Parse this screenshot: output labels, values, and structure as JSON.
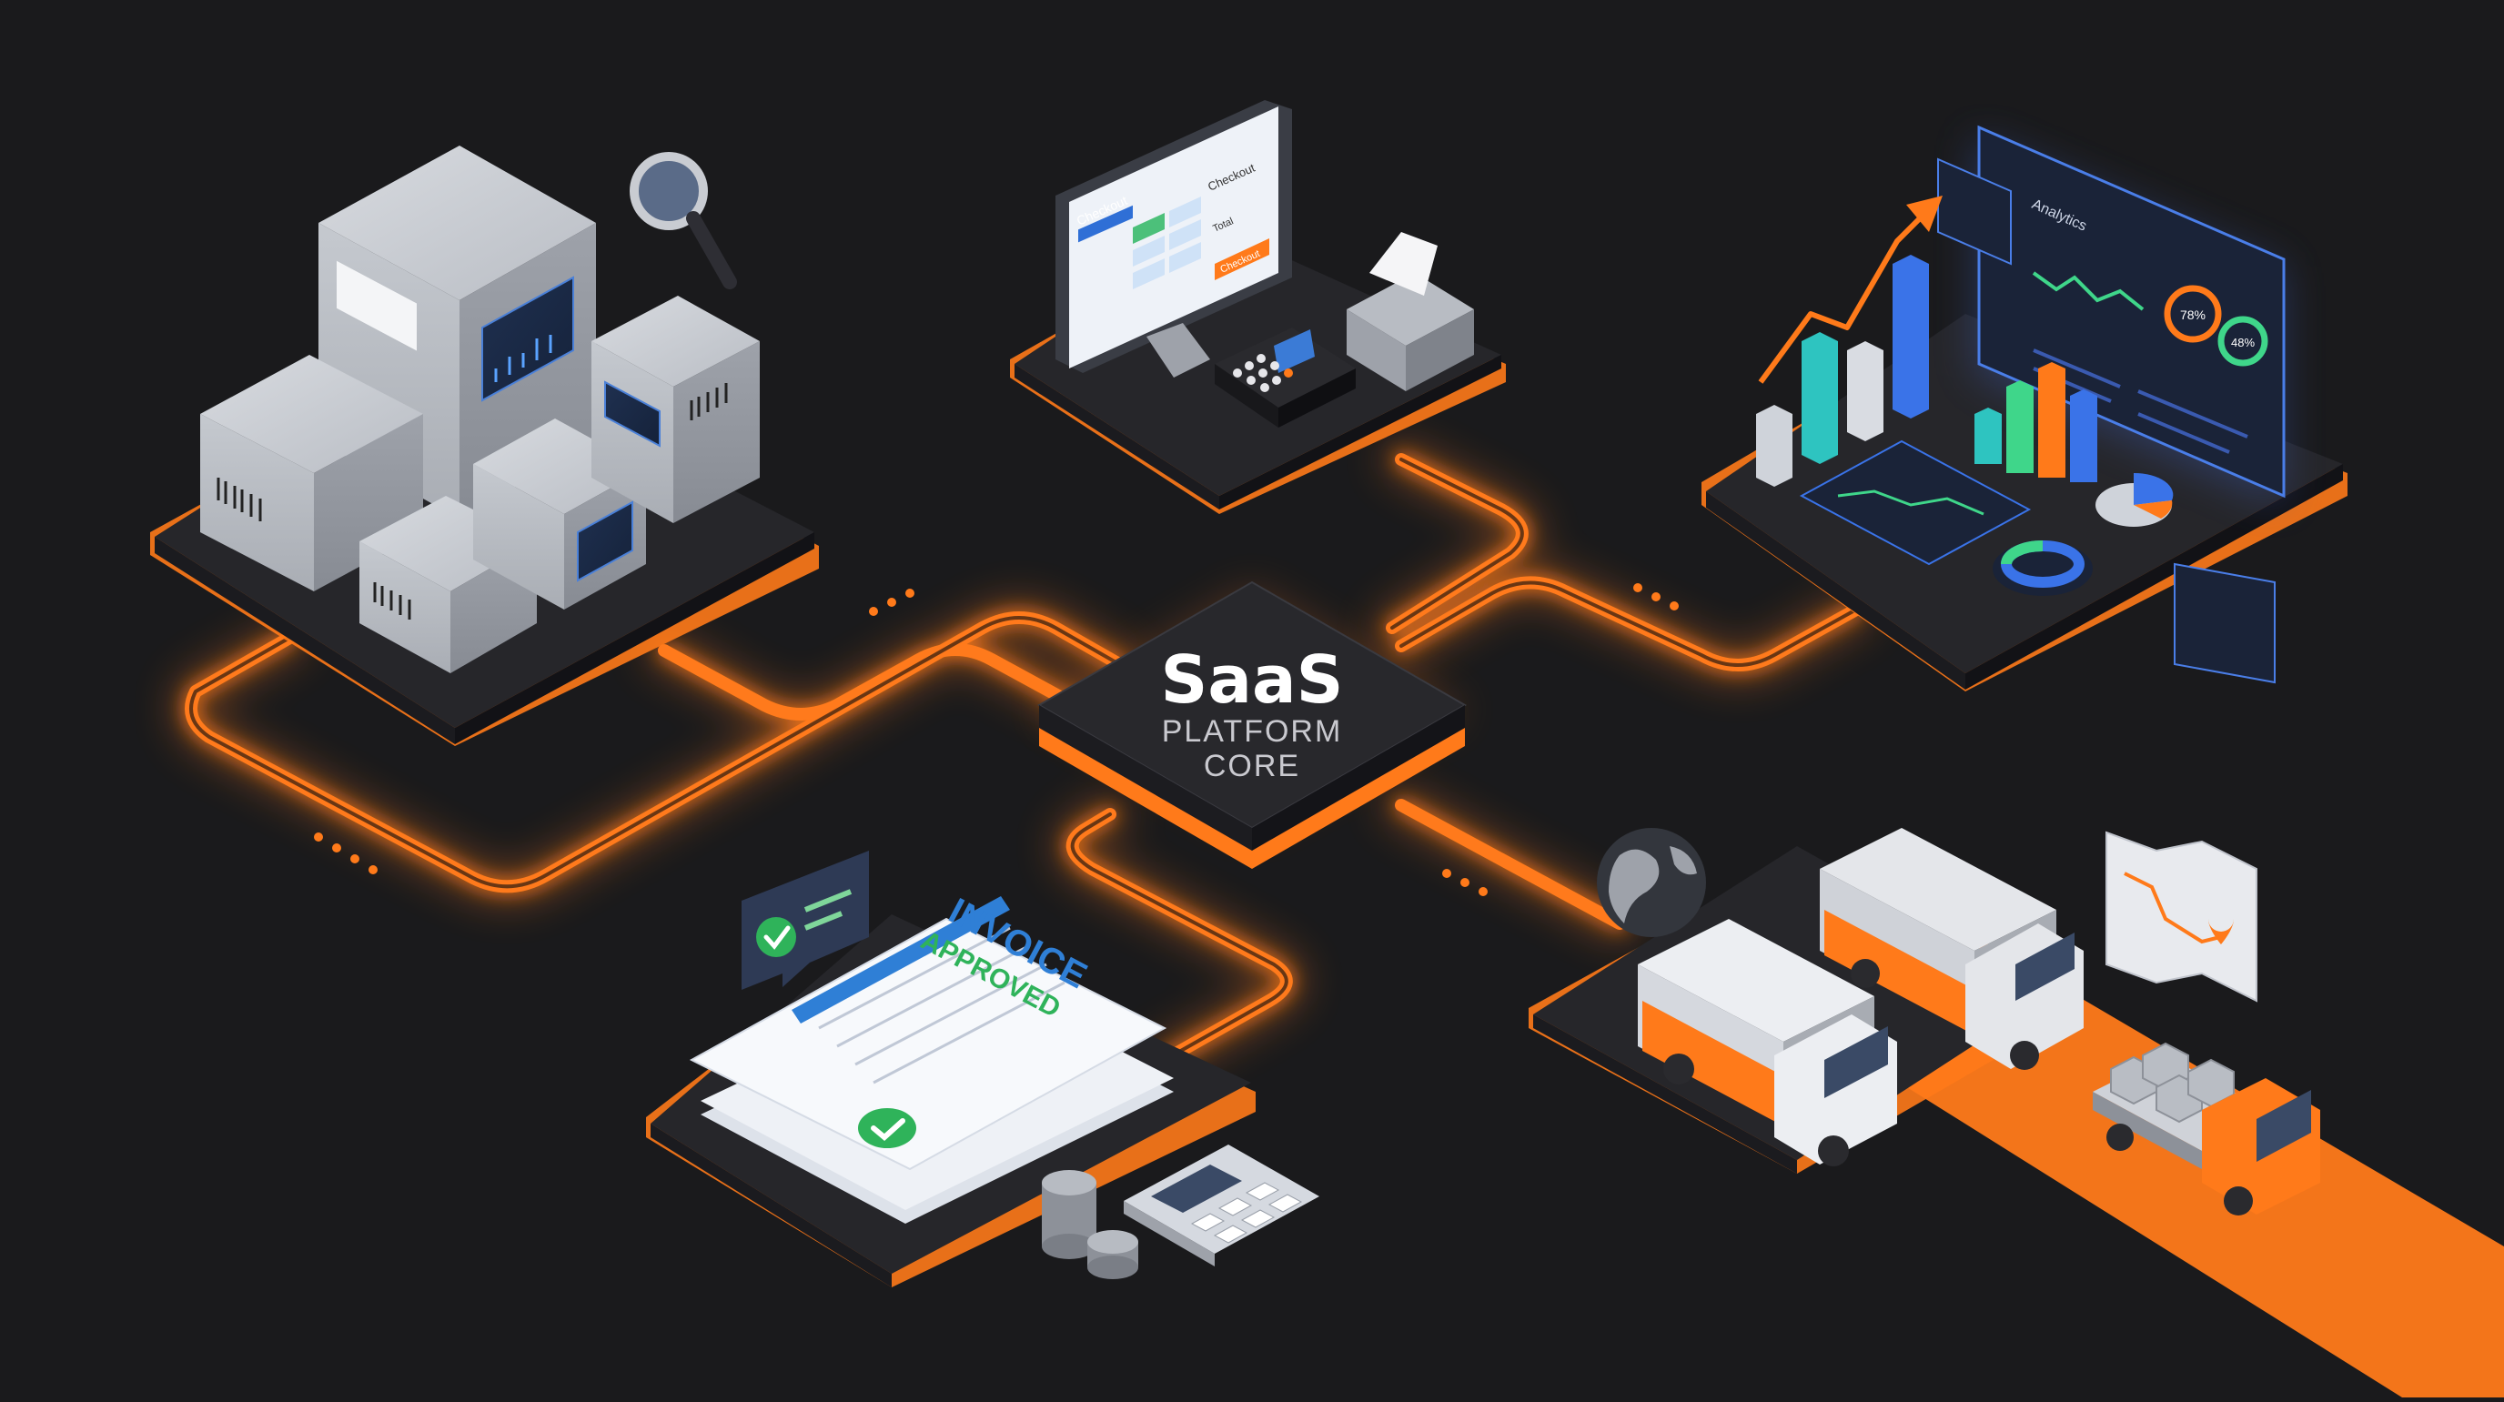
{
  "core": {
    "title": "SaaS",
    "line1": "PLATFORM",
    "line2": "CORE"
  },
  "pos": {
    "brand": "Checkout",
    "screen_title": "Checkout",
    "total_label": "Total",
    "button": "Checkout"
  },
  "analytics": {
    "panel_title": "Analytics",
    "gauge_a": "78%",
    "gauge_b": "48%"
  },
  "invoice": {
    "word1": "INVOICE",
    "word2": "APPROVED"
  },
  "colors": {
    "background": "#1a1a1c",
    "accent_orange": "#ff7a1a",
    "platform_dark": "#2a2a2e",
    "approved_green": "#2fb35a",
    "invoice_blue": "#2f7fd6"
  }
}
